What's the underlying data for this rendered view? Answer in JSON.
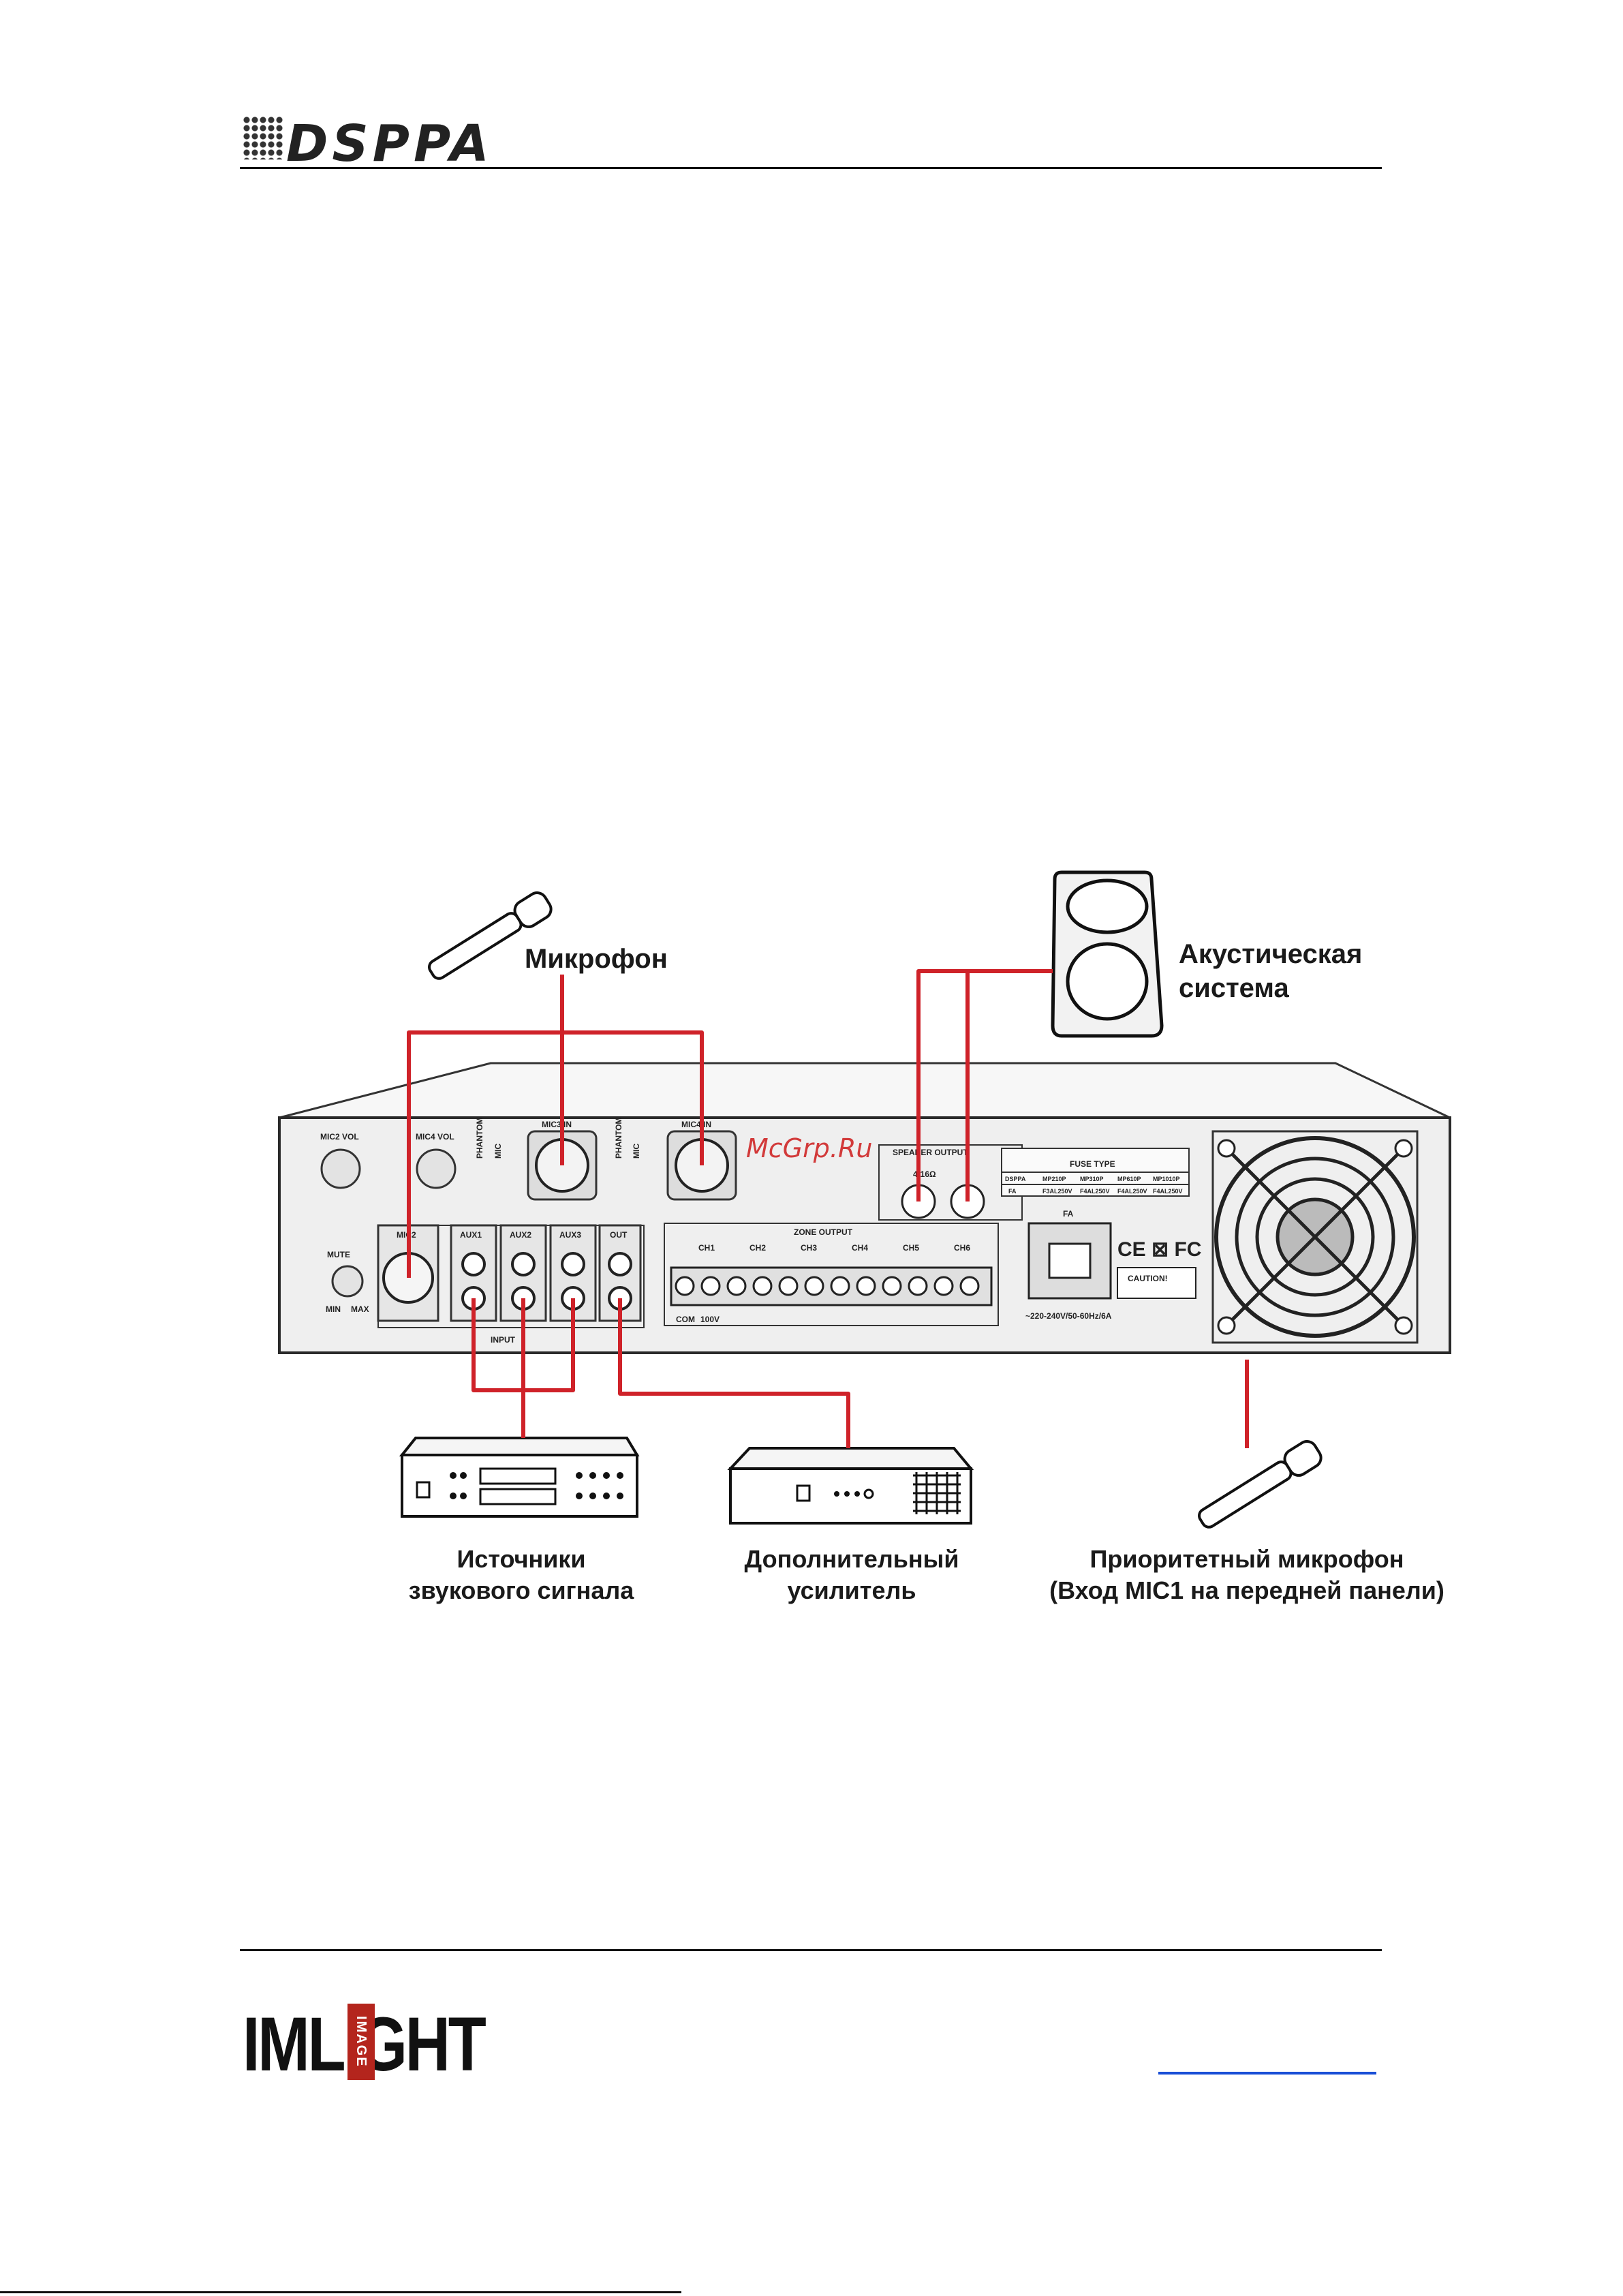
{
  "header": {
    "brand_logo": "DSPPA"
  },
  "footer": {
    "brand_logo": "IMLIGHT",
    "brand_logo_inner": "IMAGE"
  },
  "watermark": "McGrp.Ru",
  "diagram": {
    "labels": {
      "microphone": "Микрофон",
      "speaker_line1": "Акустическая",
      "speaker_line2": "система",
      "sources_line1": "Источники",
      "sources_line2": "звукового сигнала",
      "amp_line1": "Дополнительный",
      "amp_line2": "усилитель",
      "priority_line1": "Приоритетный микрофон",
      "priority_line2": "(Вход MIC1 на передней панели)"
    },
    "panel": {
      "mic2_vol": "MIC2 VOL",
      "mic4_vol": "MIC4 VOL",
      "mic3_in": "MIC3 IN",
      "mic4_in": "MIC4 IN",
      "phantom": "PHANTOM",
      "mic": "MIC",
      "mute": "MUTE",
      "mic2": "MIC2",
      "aux1": "AUX1",
      "aux2": "AUX2",
      "aux3": "AUX3",
      "out": "OUT",
      "input": "INPUT",
      "speaker_output": "SPEAKER OUTPUT",
      "impedance": "4-16Ω",
      "zone_output": "ZONE OUTPUT",
      "channels": [
        "CH1",
        "CH2",
        "CH3",
        "CH4",
        "CH5",
        "CH6"
      ],
      "com": "COM",
      "v100": "100V",
      "fuse_type": "FUSE TYPE",
      "fuse_headers": [
        "DSPPA",
        "MP210P",
        "MP310P",
        "MP610P",
        "MP1010P"
      ],
      "fuse_values": [
        "FA",
        "F3AL250V",
        "F4AL250V",
        "F4AL250V",
        "F4AL250V"
      ],
      "fa": "FA",
      "certs": "CE ⊠ FC",
      "caution": "CAUTION!",
      "power": "~220-240V/50-60Hz/6A",
      "min": "MIN",
      "max": "MAX"
    }
  },
  "colors": {
    "wire": "#cf2229",
    "panel": "#efefef",
    "outline": "#2a2a2a"
  }
}
